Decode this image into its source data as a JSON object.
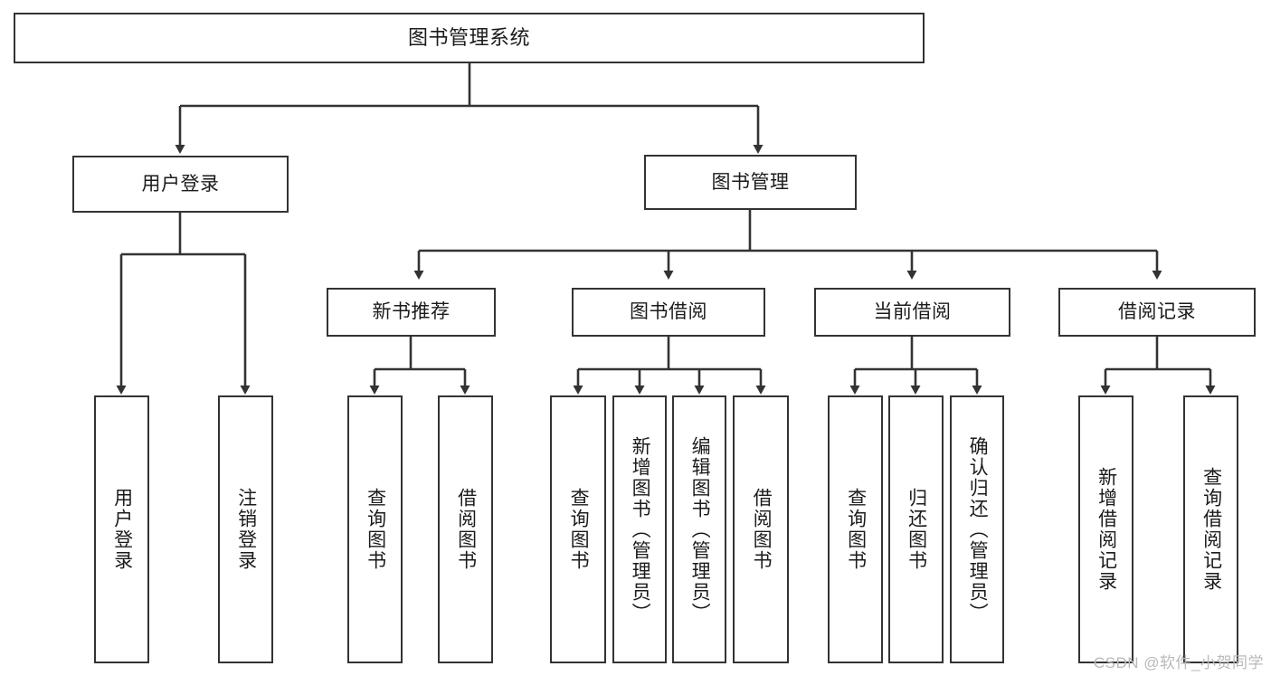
{
  "diagram": {
    "title": "图书管理系统",
    "type": "tree-hierarchy",
    "watermark": "CSDN @软件_小贺同学",
    "colors": {
      "stroke": "#333333",
      "fill": "#ffffff",
      "text": "#1b1b1b",
      "watermark": "#b9b9b9"
    },
    "nodes": {
      "root": {
        "label": "图书管理系统"
      },
      "level2": [
        {
          "label": "用户登录"
        },
        {
          "label": "图书管理"
        }
      ],
      "level3": [
        {
          "label": "新书推荐"
        },
        {
          "label": "图书借阅"
        },
        {
          "label": "当前借阅"
        },
        {
          "label": "借阅记录"
        }
      ],
      "leaves": {
        "user_login": [
          {
            "label": "用户登录"
          },
          {
            "label": "注销登录"
          }
        ],
        "new_book": [
          {
            "label": "查询图书"
          },
          {
            "label": "借阅图书"
          }
        ],
        "book_borrow": [
          {
            "label": "查询图书"
          },
          {
            "label": "新增图书（管理员）"
          },
          {
            "label": "编辑图书（管理员）"
          },
          {
            "label": "借阅图书"
          }
        ],
        "current_borrow": [
          {
            "label": "查询图书"
          },
          {
            "label": "归还图书"
          },
          {
            "label": "确认归还（管理员）"
          }
        ],
        "borrow_record": [
          {
            "label": "新增借阅记录"
          },
          {
            "label": "查询借阅记录"
          }
        ]
      }
    }
  }
}
